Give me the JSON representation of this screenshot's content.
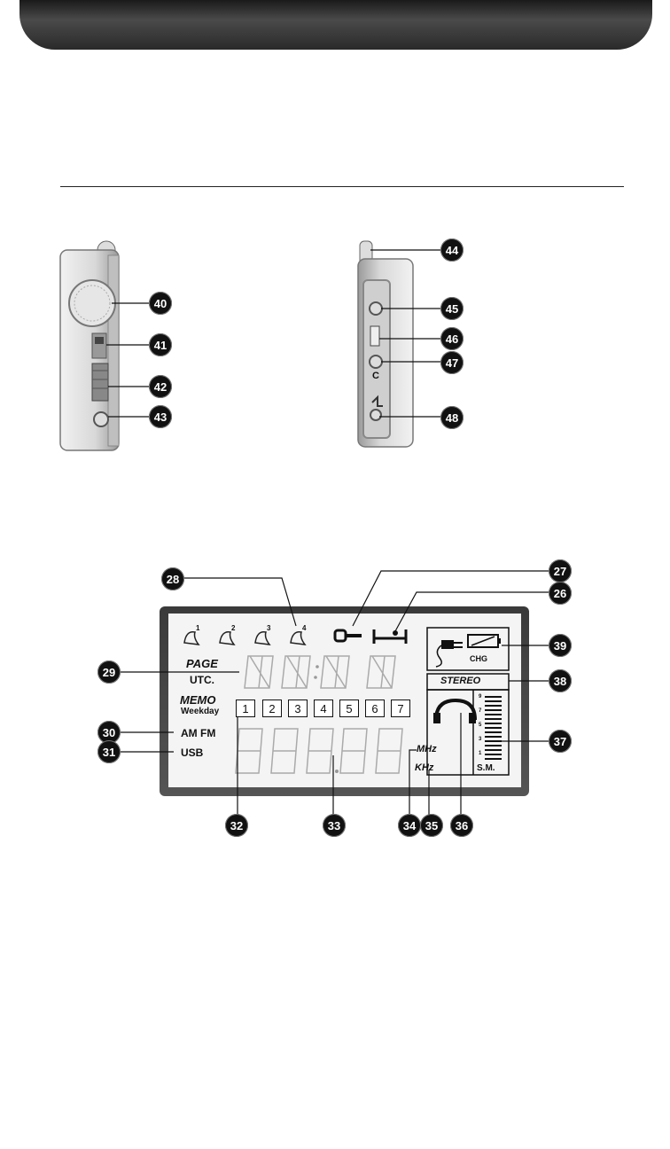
{
  "callouts": {
    "c26": "26",
    "c27": "27",
    "c28": "28",
    "c29": "29",
    "c30": "30",
    "c31": "31",
    "c32": "32",
    "c33": "33",
    "c34": "34",
    "c35": "35",
    "c36": "36",
    "c37": "37",
    "c38": "38",
    "c39": "39",
    "c40": "40",
    "c41": "41",
    "c42": "42",
    "c43": "43",
    "c44": "44",
    "c45": "45",
    "c46": "46",
    "c47": "47",
    "c48": "48"
  },
  "lcd": {
    "alarm_numbers": [
      "1",
      "2",
      "3",
      "4"
    ],
    "page": "PAGE",
    "utc": "UTC.",
    "memo": "MEMO",
    "weekday": "Weekday",
    "days": [
      "1",
      "2",
      "3",
      "4",
      "5",
      "6",
      "7"
    ],
    "am_fm": "AM FM",
    "usb": "USB",
    "mhz": "MHz",
    "khz": "KHz",
    "chg": "CHG",
    "stereo": "STEREO",
    "sm": "S.M.",
    "signal_levels": [
      "9",
      "7",
      "5",
      "3",
      "1"
    ]
  },
  "side_right": {
    "jack_label": "C"
  }
}
